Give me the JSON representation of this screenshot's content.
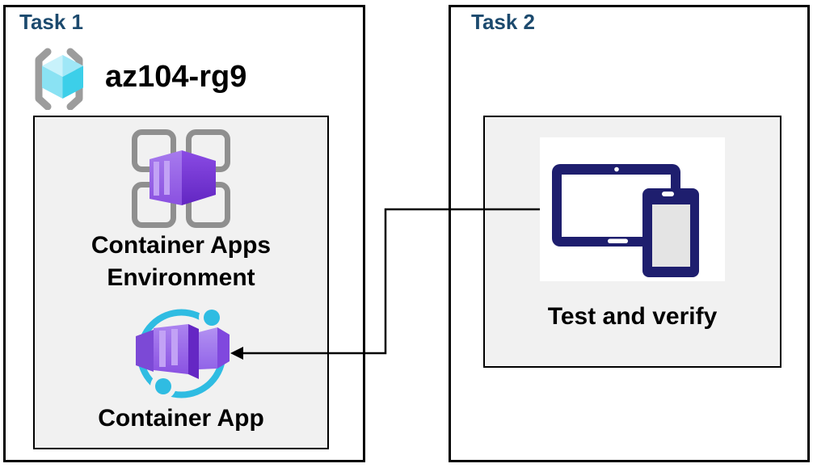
{
  "task1": {
    "title": "Task 1",
    "resource_group_name": "az104-rg9",
    "environment_label": "Container Apps Environment",
    "app_label": "Container App"
  },
  "task2": {
    "title": "Task 2",
    "verify_label": "Test and verify"
  },
  "icons": {
    "resource_group": "resource-group-icon",
    "container_apps_environment": "container-apps-environment-icon",
    "container_app": "container-app-icon",
    "devices": "tablet-and-phone-icon",
    "connector": "arrow-connector-left"
  },
  "colors": {
    "title_blue": "#1C4A6E",
    "box_border": "#000000",
    "inner_box_fill": "#F1F1F1",
    "device_navy": "#1E1E6E",
    "device_screen_gray": "#E4E4E4",
    "cyan_ring": "#2FBCE2",
    "cube_light": "#C8F2FB",
    "cube_mid": "#9FE7F7",
    "cube_dark": "#3CCFE9",
    "purple_face": "#A077EC",
    "purple_stripe": "#C2A2F5",
    "purple_dark": "#6527C4",
    "bracket_gray": "#9C9C9C",
    "grid_gray": "#8F8F8F"
  }
}
